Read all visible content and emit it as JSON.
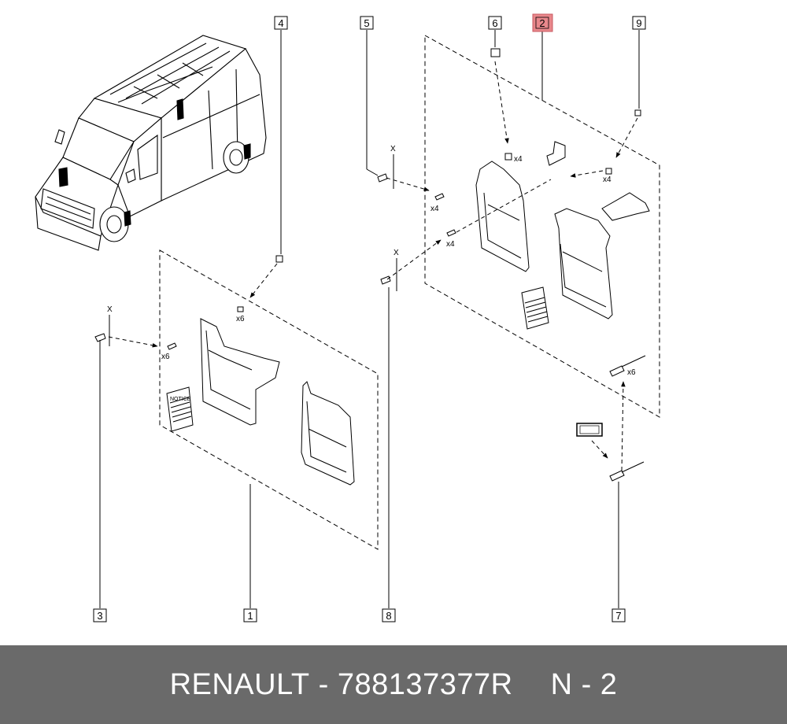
{
  "callouts": [
    {
      "id": "c1",
      "label": "1"
    },
    {
      "id": "c2",
      "label": "2",
      "highlighted": true
    },
    {
      "id": "c3",
      "label": "3"
    },
    {
      "id": "c4",
      "label": "4"
    },
    {
      "id": "c5",
      "label": "5"
    },
    {
      "id": "c6",
      "label": "6"
    },
    {
      "id": "c7",
      "label": "7"
    },
    {
      "id": "c8",
      "label": "8"
    },
    {
      "id": "c9",
      "label": "9"
    }
  ],
  "quantities": {
    "q_x6_a": "x6",
    "q_x6_b": "x6",
    "q_x4_a": "x4",
    "q_x4_b": "x4",
    "q_x4_c": "x4",
    "q_x4_d": "x4",
    "q_x6_c": "x6"
  },
  "axis_marks": {
    "x_a": "X",
    "x_b": "X",
    "x_c": "X"
  },
  "notice_label": "NOTICE",
  "footer": {
    "brand": "RENAULT",
    "separator": " - ",
    "part_number": "788137377R",
    "suffix": "N - 2"
  },
  "colors": {
    "highlight_fill": "#e8878b",
    "footer_bg": "#6a6a6a",
    "line": "#000000"
  }
}
